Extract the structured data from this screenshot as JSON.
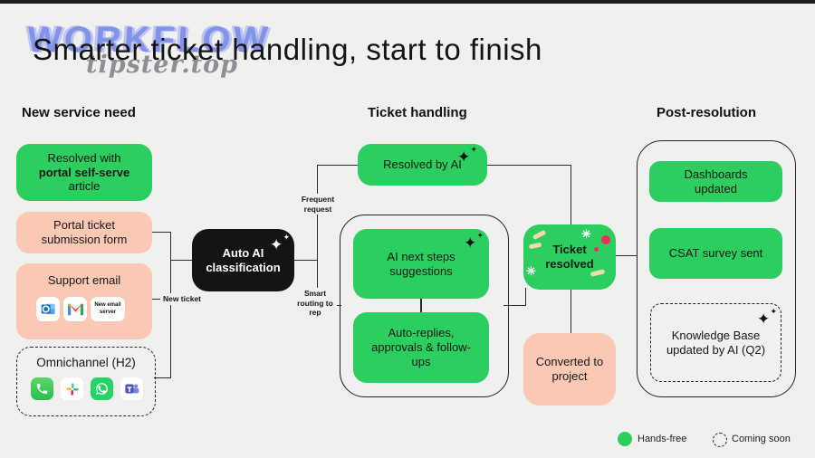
{
  "watermark": {
    "brand": "WORKFLOW",
    "domain": "tipster.top"
  },
  "title": "Smarter ticket handling, start to finish",
  "columns": {
    "left": "New service need",
    "middle": "Ticket handling",
    "right": "Post-resolution"
  },
  "nodes": {
    "resolved_article": {
      "l1": "Resolved with",
      "l2": "portal self-serve",
      "l3": "article"
    },
    "portal_form": "Portal ticket submission form",
    "support_email": "Support email",
    "new_email_server": "New email server",
    "omnichannel": "Omnichannel (H2)",
    "auto_ai": "Auto AI classification",
    "resolved_by_ai": "Resolved by AI",
    "ai_next_steps": "AI next steps suggestions",
    "auto_replies": "Auto-replies, approvals & follow-ups",
    "ticket_resolved": "Ticket resolved",
    "converted": "Converted to project",
    "dashboards": "Dashboards updated",
    "csat": "CSAT survey sent",
    "knowledge_base": "Knowledge Base updated by AI (Q2)"
  },
  "edges": {
    "new_ticket": "New ticket",
    "frequent_request": "Frequent request",
    "smart_routing": "Smart routing to rep"
  },
  "legend": {
    "hands_free": "Hands-free",
    "coming_soon": "Coming soon"
  },
  "icons": {
    "sparkle": "✦",
    "burst": "✳"
  },
  "colors": {
    "green": "#2ccf5f",
    "peach": "#fbc8b4",
    "node_black": "#141414",
    "background": "#f0f0ee",
    "line": "#2b2b2b",
    "watermark_blue": "#8293ea"
  }
}
